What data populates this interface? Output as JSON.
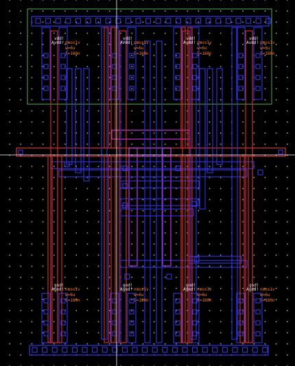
{
  "colors": {
    "background": "#000000",
    "grid_dot": "#9a9a9a",
    "nwell": "#4fae4f",
    "poly": "#e0302e",
    "metal1": "#3436e6",
    "metal2": "#c03ad0",
    "contact": "#3b3bf0",
    "label_white": "#e8e8e8",
    "label_orange": "#ff7a2a",
    "crosshair": "#ffffff"
  },
  "pmos_labels": [
    {
      "net": "vdd!",
      "name": "Avdd!",
      "model": "pmos1v",
      "params": [
        "w=6u",
        "l=180n"
      ],
      "flip": false
    },
    {
      "net": "vdd!",
      "name": "Avdd!",
      "model": "pmos1v",
      "params": [
        "w=6u",
        "l=180n"
      ],
      "flip": false
    },
    {
      "net": "vdd!",
      "name": "Avdd!",
      "model": "pmos1v",
      "params": [
        "w=6u",
        "l=180n"
      ],
      "flip": false
    },
    {
      "net": "vdd!",
      "name": "Avdd!",
      "model": "pmos1v",
      "params": [
        "w=6u",
        "l=180n"
      ],
      "flip": false
    }
  ],
  "nmos_labels": [
    {
      "net": "gnd!",
      "name": "Agnd!",
      "model": "nmos1v",
      "params": [
        "w=6u",
        "l=180n"
      ],
      "flip": false
    },
    {
      "net": "gnd!",
      "name": "Agnd!",
      "model": "nmos1v",
      "params": [
        "w=6u",
        "l=180n"
      ],
      "flip": false
    },
    {
      "net": "gnd!",
      "name": "Agnd!",
      "model": "nmos1v",
      "params": [
        "w=6u",
        "l=180n"
      ],
      "flip": false
    },
    {
      "net": "gnd!",
      "name": "Agnd!",
      "model": "nmos1v",
      "params": [
        "w=6u",
        "l=180n"
      ],
      "flip": false
    }
  ]
}
